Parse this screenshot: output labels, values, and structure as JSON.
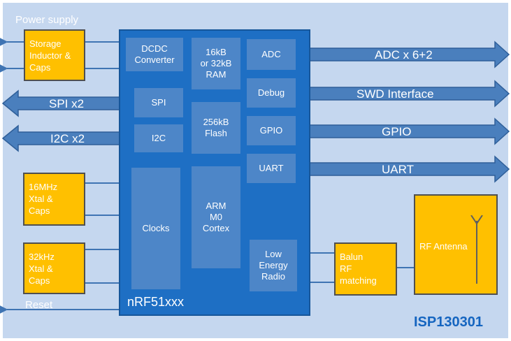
{
  "chip": {
    "name": "nRF51xxx",
    "blocks": {
      "dcdc": "DCDC\nConverter",
      "ram": "16kB\nor 32kB\nRAM",
      "adc": "ADC",
      "debug": "Debug",
      "spi": "SPI",
      "flash": "256kB\nFlash",
      "gpio": "GPIO",
      "i2c": "I2C",
      "uart": "UART",
      "clocks": "Clocks",
      "arm": "ARM\nM0\nCortex",
      "radio": "Low\nEnergy\nRadio"
    }
  },
  "external": {
    "power_supply_label": "Power supply",
    "storage": "Storage\nInductor &\nCaps",
    "xtal16": "16MHz\nXtal &\nCaps",
    "xtal32": "32kHz\nXtal &\nCaps",
    "balun": "Balun\nRF\nmatching",
    "antenna": "RF Antenna",
    "reset_label": "Reset"
  },
  "interfaces": {
    "spi": "SPI  x2",
    "i2c": "I2C x2",
    "adc": "ADC x 6+2",
    "swd": "SWD Interface",
    "gpio": "GPIO",
    "uart": "UART"
  },
  "module_id": "ISP130301",
  "colors": {
    "background": "#c5d7ef",
    "chip": "#1e6fc4",
    "block": "#4d86c8",
    "external_box": "#ffc000",
    "arrow_fill": "#4a7fbd",
    "arrow_stroke": "#2f5f99",
    "module_id": "#1565c0"
  }
}
